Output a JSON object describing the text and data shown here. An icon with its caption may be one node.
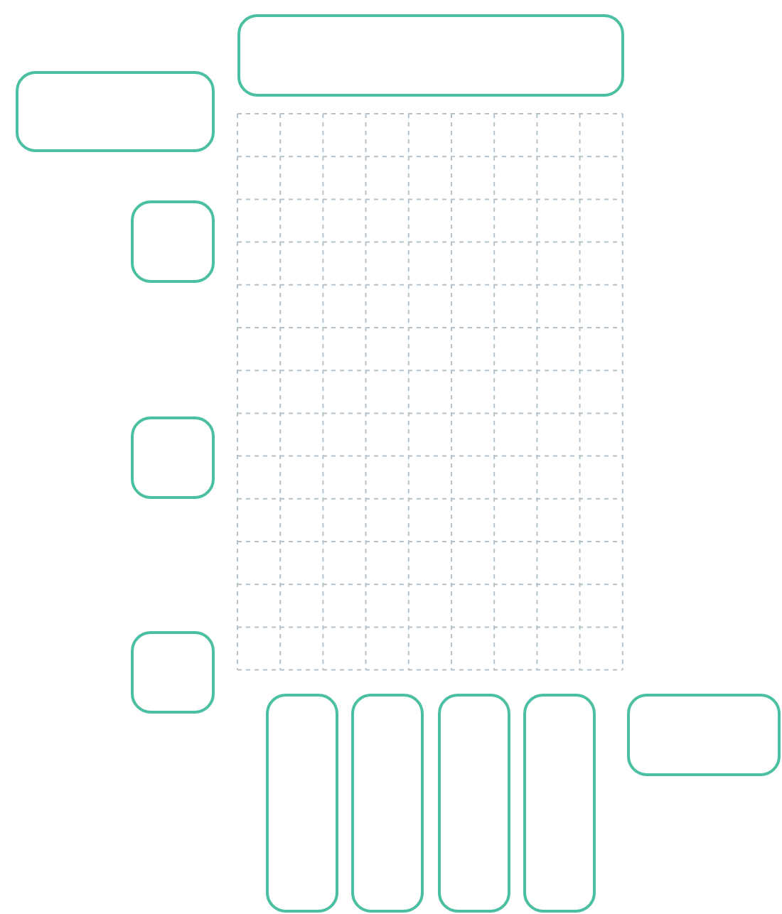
{
  "diagram": {
    "nodes": [
      {
        "text": [],
        "shape": "box"
      },
      {
        "text": [],
        "shape": "box"
      },
      {
        "text": [],
        "shape": "box"
      },
      {
        "text": [],
        "shape": "box"
      },
      {
        "text": [],
        "shape": "box"
      },
      {
        "text": [],
        "shape": "box"
      },
      {
        "text": [],
        "shape": "box"
      },
      {
        "text": [],
        "shape": "box"
      },
      {
        "text": [],
        "shape": "box"
      },
      {
        "text": [],
        "shape": "box"
      }
    ]
  }
}
